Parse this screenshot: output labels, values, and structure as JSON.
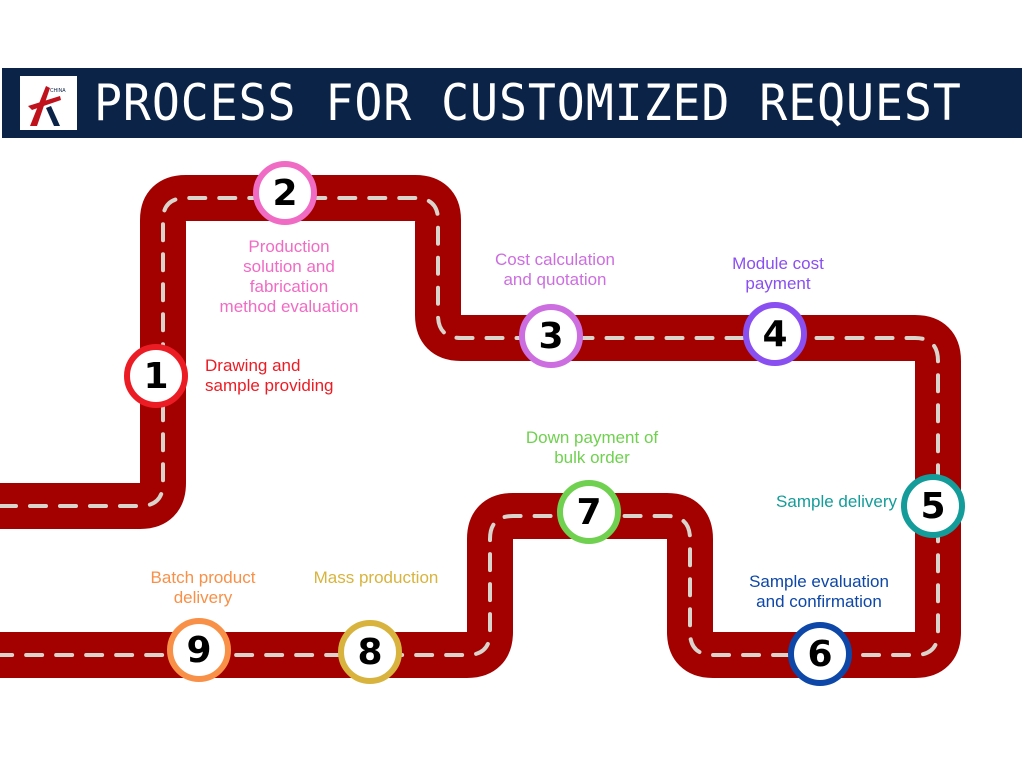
{
  "header": {
    "title": "PROCESS FOR CUSTOMIZED REQUEST",
    "logo_text": "CHINA",
    "background": "#0b2347"
  },
  "road": {
    "color": "#a30000",
    "dash_color": "#d9d4cc"
  },
  "steps": [
    {
      "number": "1",
      "label_lines": [
        "Drawing and",
        "sample providing"
      ],
      "color": "#ec1c24"
    },
    {
      "number": "2",
      "label_lines": [
        "Production",
        "solution and",
        "fabrication",
        "method evaluation"
      ],
      "color": "#f06bc4"
    },
    {
      "number": "3",
      "label_lines": [
        "Cost calculation",
        "and quotation"
      ],
      "color": "#cc6ee0"
    },
    {
      "number": "4",
      "label_lines": [
        "Module cost",
        "payment"
      ],
      "color": "#8a4ff0"
    },
    {
      "number": "5",
      "label_lines": [
        "Sample delivery"
      ],
      "color": "#149c9a"
    },
    {
      "number": "6",
      "label_lines": [
        "Sample evaluation",
        "and confirmation"
      ],
      "color": "#0d47a8"
    },
    {
      "number": "7",
      "label_lines": [
        "Down payment of",
        "bulk order"
      ],
      "color": "#6fd14f"
    },
    {
      "number": "8",
      "label_lines": [
        "Mass production"
      ],
      "color": "#d8b43e"
    },
    {
      "number": "9",
      "label_lines": [
        "Batch product",
        "delivery"
      ],
      "color": "#f89048"
    }
  ]
}
